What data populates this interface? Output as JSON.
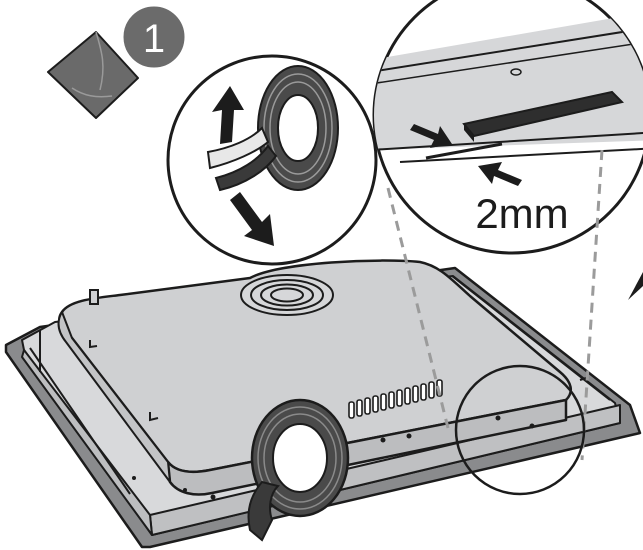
{
  "step": {
    "number": "1"
  },
  "detail": {
    "gap_label": "2mm"
  },
  "colors": {
    "panel": "#cfd0d2",
    "panel_shadow": "#b9babc",
    "base": "#8a8b8d",
    "tape_dark": "#4a4a4a",
    "tape_light": "#e8e8e8",
    "badge": "#6b6b6b",
    "line": "#1c1c1c",
    "dash": "#9b9b9b"
  },
  "icons": [
    "step-badge",
    "foam-sponge-icon",
    "tape-roll-icon",
    "peel-up-arrow-icon",
    "peel-down-arrow-icon",
    "gap-arrow-icon"
  ]
}
